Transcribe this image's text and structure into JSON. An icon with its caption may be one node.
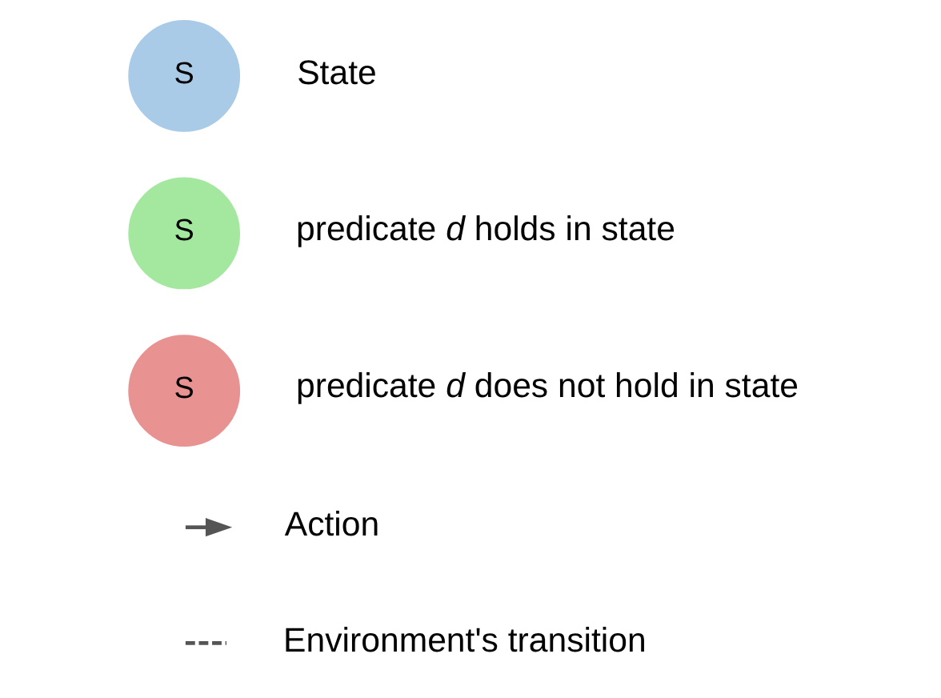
{
  "diagram": {
    "nodes": [
      {
        "text": [
          "S"
        ],
        "beside": [
          "State"
        ]
      },
      {
        "text": [
          "S"
        ],
        "beside": [
          "predicate *d* holds in state"
        ]
      },
      {
        "text": [
          "S"
        ],
        "beside": [
          "predicate *d* does not hold in state"
        ]
      }
    ],
    "legend": [
      {
        "text": "Action"
      },
      {
        "text": "Environment's transition"
      }
    ]
  }
}
